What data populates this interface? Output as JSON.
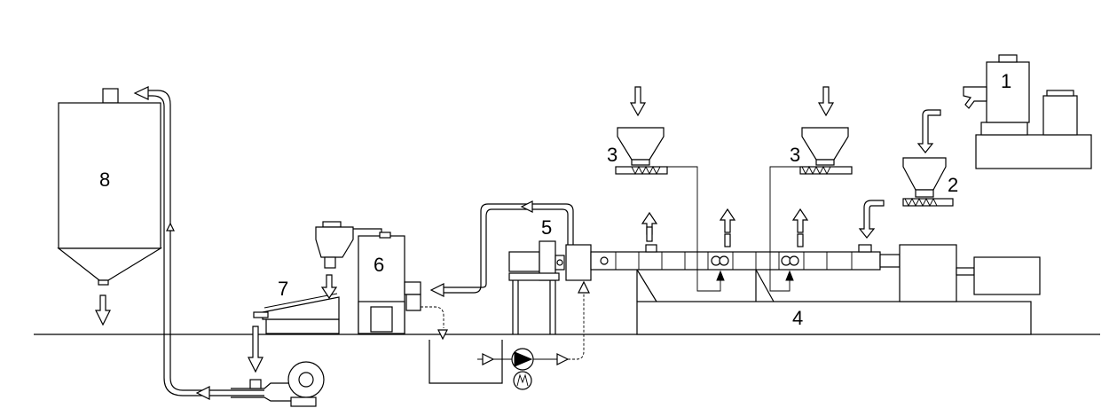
{
  "diagram": {
    "labels": {
      "main_mixer": "1",
      "side_feeder": "2",
      "feeder_left": "3",
      "feeder_right": "3",
      "extruder": "4",
      "die_head": "5",
      "pelletizer": "6",
      "vibrating_screen": "7",
      "storage_silo": "8"
    }
  }
}
